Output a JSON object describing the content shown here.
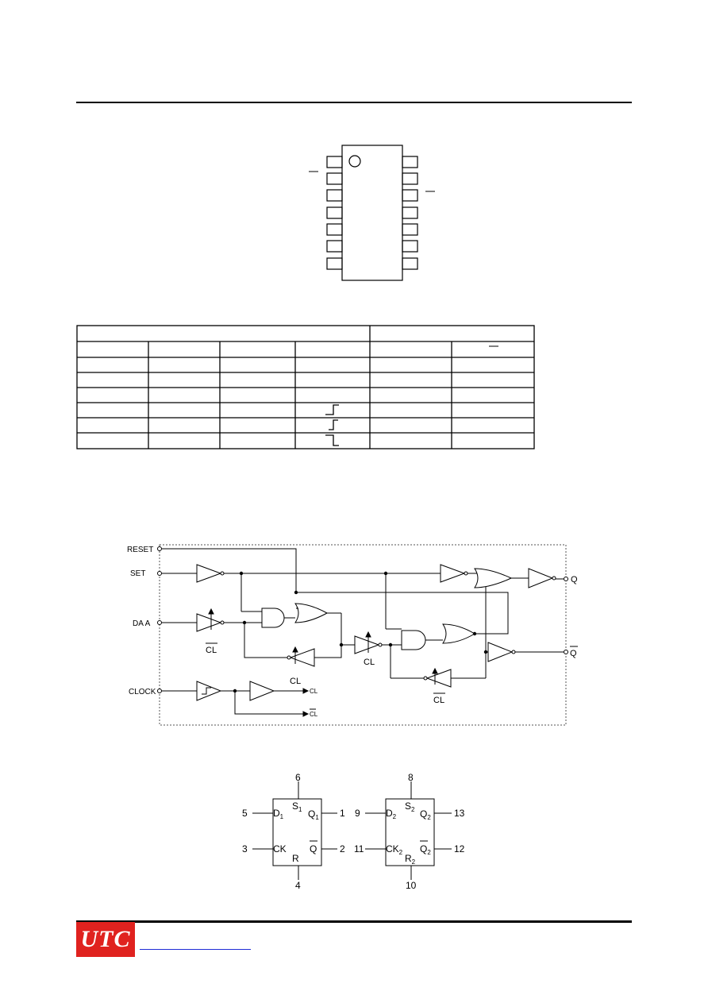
{
  "logic_diagram": {
    "inputs": {
      "reset": "RESET",
      "set": "SET",
      "data": "DA A",
      "clock": "CLOCK"
    },
    "outputs": {
      "q": "Q",
      "q_bar": "Q"
    },
    "clock_labels": {
      "cl": "CL",
      "cl_bar": "CL"
    }
  },
  "logic_symbol": {
    "ff1": {
      "top_pin": "6",
      "bottom_pin": "4",
      "left_pins": [
        "5",
        "3"
      ],
      "right_pins": [
        "1",
        "2"
      ],
      "labels": {
        "d": "D",
        "d_sub": "1",
        "s": "S",
        "s_sub": "1",
        "q": "Q",
        "q_sub": "1",
        "ck": "CK",
        "q_bar": "Q",
        "r": "R"
      }
    },
    "ff2": {
      "top_pin": "8",
      "bottom_pin": "10",
      "left_pins": [
        "9",
        "11"
      ],
      "right_pins": [
        "13",
        "12"
      ],
      "labels": {
        "d": "D",
        "d_sub": "2",
        "s": "S",
        "s_sub": "2",
        "q": "Q",
        "q_sub": "2",
        "ck": "CK",
        "ck_sub": "2",
        "q_bar": "Q",
        "qb_sub": "2",
        "r": "R",
        "r_sub": "2"
      }
    }
  },
  "footer": {
    "logo": "UTC"
  }
}
